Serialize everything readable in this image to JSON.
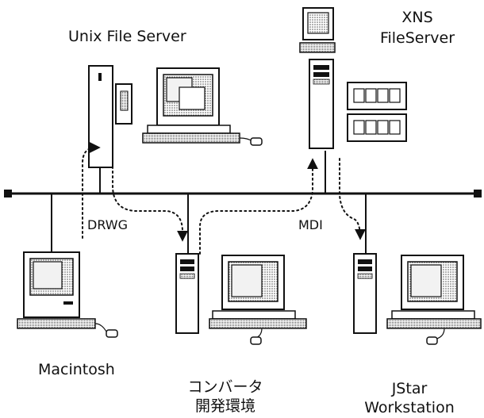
{
  "labels": {
    "unix_file_server": "Unix File Server",
    "xns_line1": "XNS",
    "xns_line2": "FileServer",
    "drwg": "DRWG",
    "mdi": "MDI",
    "macintosh": "Macintosh",
    "converter_line1": "コンバータ",
    "converter_line2": "開発環境",
    "jstar_line1": "JStar",
    "jstar_line2": "Workstation"
  },
  "colors": {
    "ink": "#111111",
    "screen": "#f2f2f2",
    "dither": "#9a9a9a",
    "background": "#ffffff"
  }
}
